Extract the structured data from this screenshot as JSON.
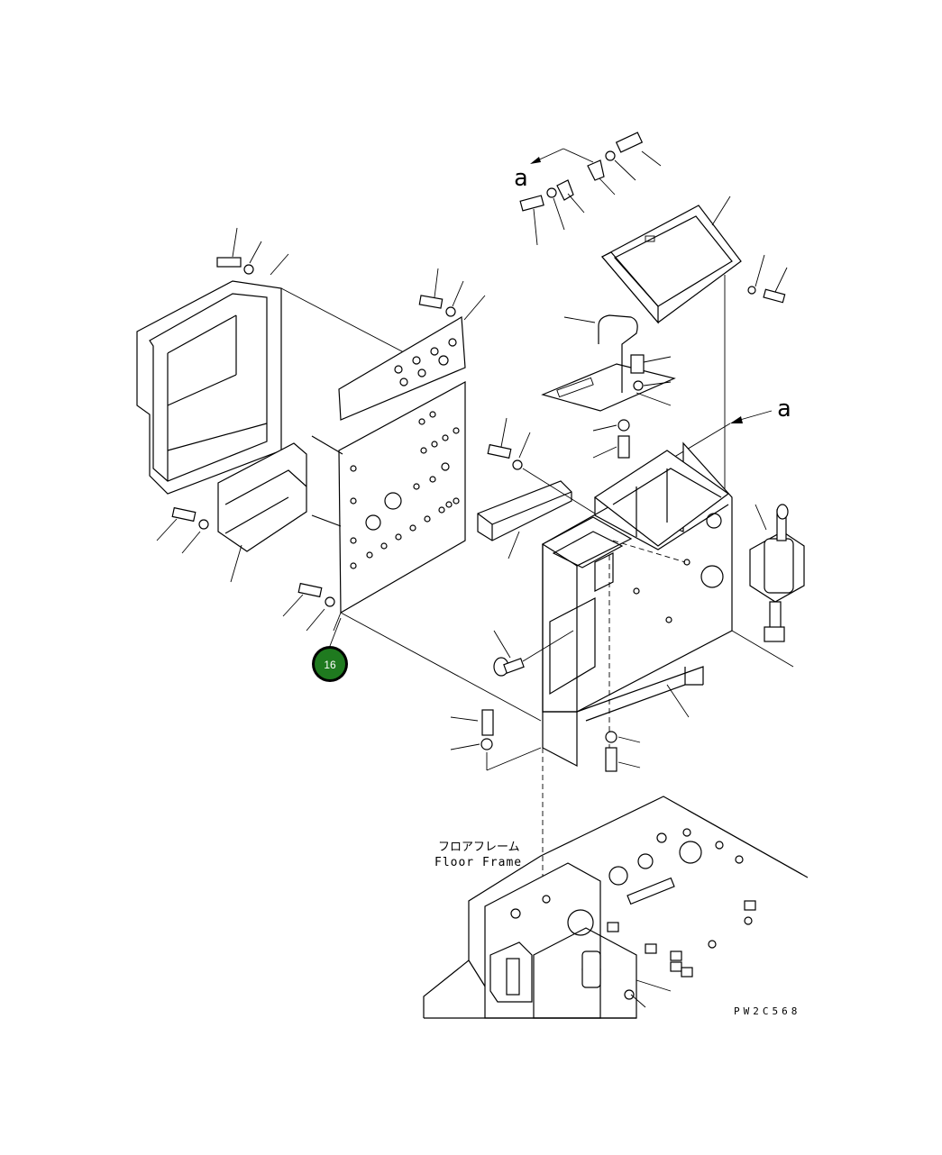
{
  "diagram": {
    "view_marker_letter": "a",
    "floor_frame_label_jp": "フロアフレーム",
    "floor_frame_label_en": "Floor Frame",
    "drawing_code": "PW2C568",
    "callout": {
      "number": "16",
      "fill_color": "#1f7a1f"
    }
  }
}
